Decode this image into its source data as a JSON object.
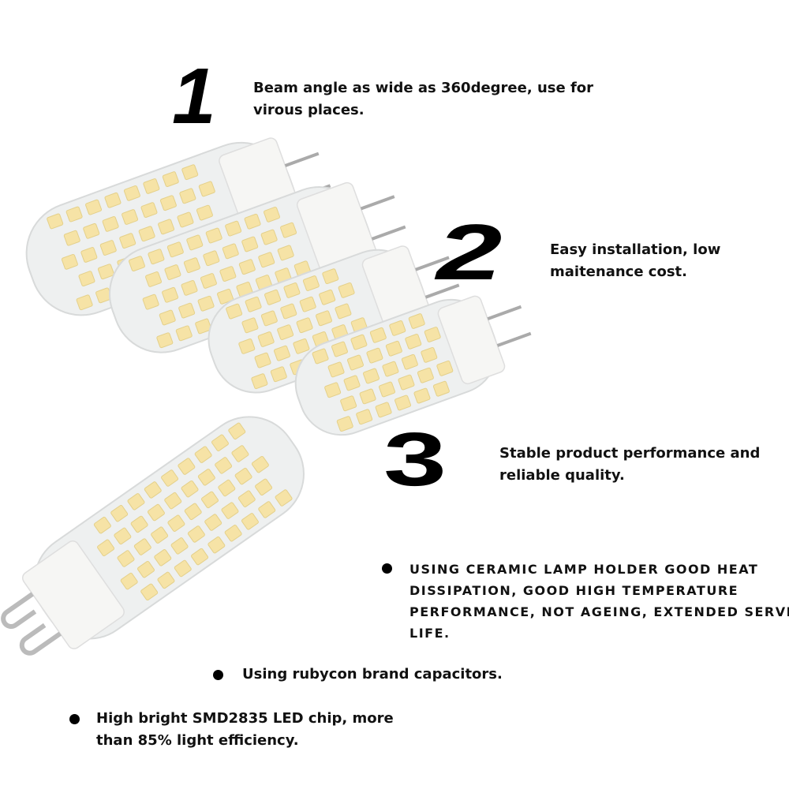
{
  "features": [
    {
      "number": "1",
      "lines": [
        "Beam angle as wide as 360degree, use for",
        "virous places."
      ]
    },
    {
      "number": "2",
      "lines": [
        "Easy installation, low",
        "maitenance cost."
      ]
    },
    {
      "number": "3",
      "lines": [
        "Stable product performance and",
        "reliable quality."
      ]
    }
  ],
  "bullets": [
    {
      "lines": [
        "USING CERAMIC LAMP HOLDER GOOD HEAT",
        "DISSIPATION, GOOD HIGH TEMPERATURE",
        "PERFORMANCE, NOT AGEING, EXTENDED SERVICE",
        "LIFE."
      ]
    },
    {
      "lines": [
        "Using rubycon brand capacitors."
      ]
    },
    {
      "lines": [
        "High bright SMD2835 LED chip, more",
        "than 85% light efficiency."
      ]
    }
  ],
  "colors": {
    "led": "#f6e3a6",
    "bulb": "#eef0f0",
    "text": "#111111"
  }
}
